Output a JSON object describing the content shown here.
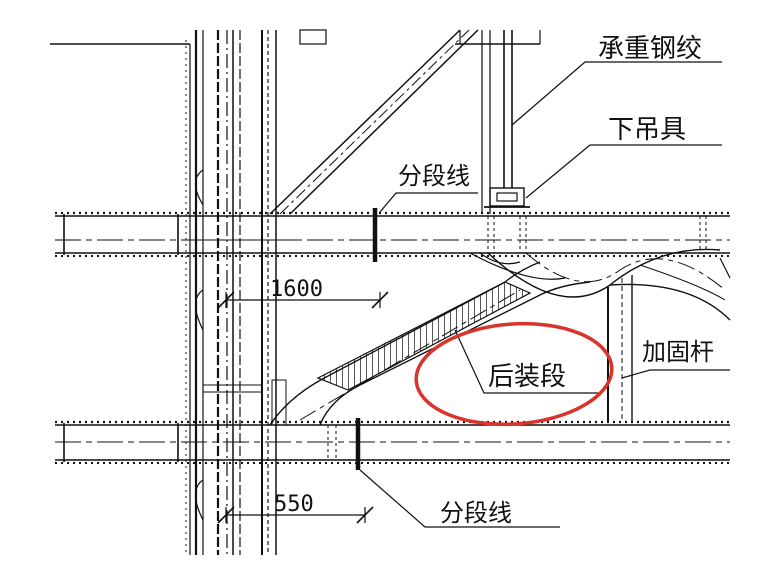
{
  "labels": {
    "bearing_strand": "承重钢绞",
    "lower_hanger": "下吊具",
    "segment_line_top": "分段线",
    "reinforcement": "加固杆",
    "segment_line_bottom": "分段线",
    "post_install_segment": "后装段"
  },
  "dimensions": {
    "upper": "1600",
    "lower": "550"
  },
  "colors": {
    "line": "#111111",
    "highlight": "#d9342b",
    "background": "#ffffff"
  }
}
